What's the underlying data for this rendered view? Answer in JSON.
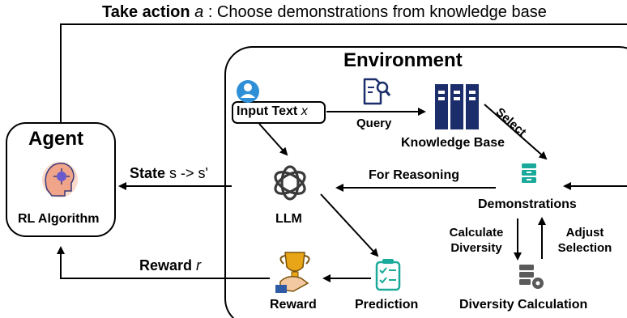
{
  "action": {
    "bold": "Take action",
    "var": "a",
    "rest": ": Choose demonstrations from knowledge base"
  },
  "environment": {
    "title": "Environment"
  },
  "agent": {
    "title": "Agent",
    "subtitle": "RL Algorithm",
    "icon": "ai-brain-icon"
  },
  "state": {
    "bold": "State",
    "text": "s -> s'"
  },
  "reward_edge": {
    "bold": "Reward",
    "var": "r"
  },
  "input": {
    "label": "Input Text",
    "var": "x",
    "icon": "user-icon"
  },
  "query": {
    "label": "Query",
    "icon": "document-search-icon"
  },
  "knowledge_base": {
    "label": "Knowledge Base",
    "icon": "server-rack-icon"
  },
  "select_label": "Select",
  "demonstrations": {
    "label": "Demonstrations",
    "icon": "archive-icon"
  },
  "for_reasoning": "For Reasoning",
  "llm": {
    "label": "LLM",
    "icon": "openai-knot-icon"
  },
  "prediction": {
    "label": "Prediction",
    "icon": "checklist-icon"
  },
  "reward": {
    "label": "Reward",
    "icon": "trophy-icon"
  },
  "calc_diversity": {
    "line1": "Calculate",
    "line2": "Diversity"
  },
  "adjust_selection": {
    "line1": "Adjust",
    "line2": "Selection"
  },
  "diversity_calc": {
    "label": "Diversity Calculation",
    "icon": "server-gear-icon"
  },
  "colors": {
    "navy": "#1b2d6b",
    "teal": "#1aa99a",
    "blue": "#2e8fd6",
    "trophy": "#e8a517",
    "gray": "#5a5a5a"
  }
}
